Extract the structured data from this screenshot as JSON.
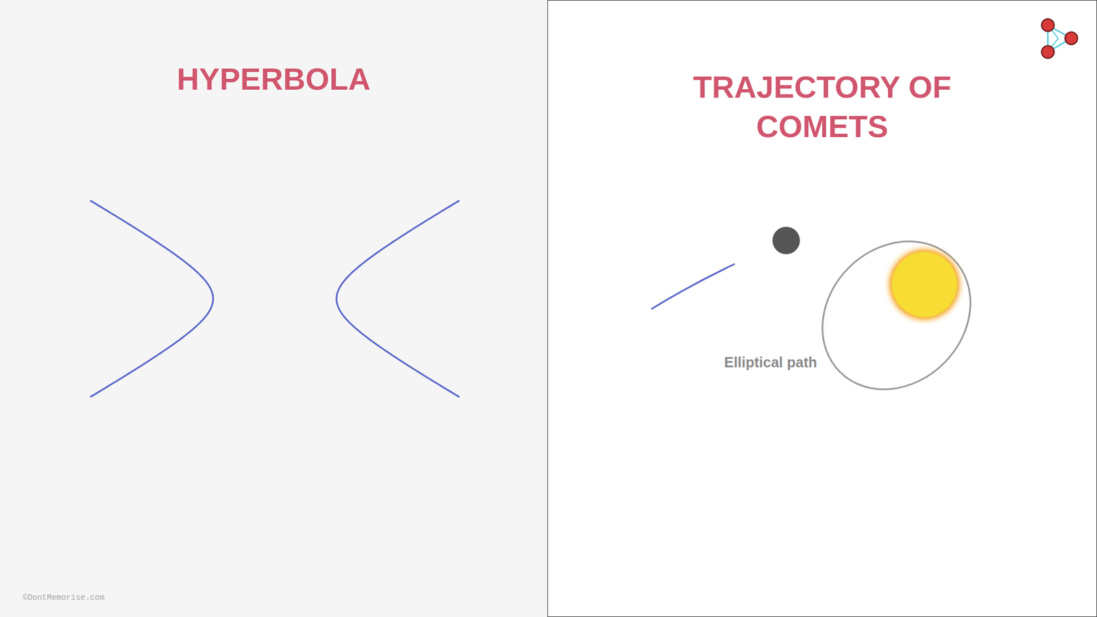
{
  "diagram": {
    "labels": [
      "HYPERBOLA",
      "TRAJECTORY OF COMETS",
      "Elliptical path",
      "©DontMemorise.com"
    ]
  }
}
